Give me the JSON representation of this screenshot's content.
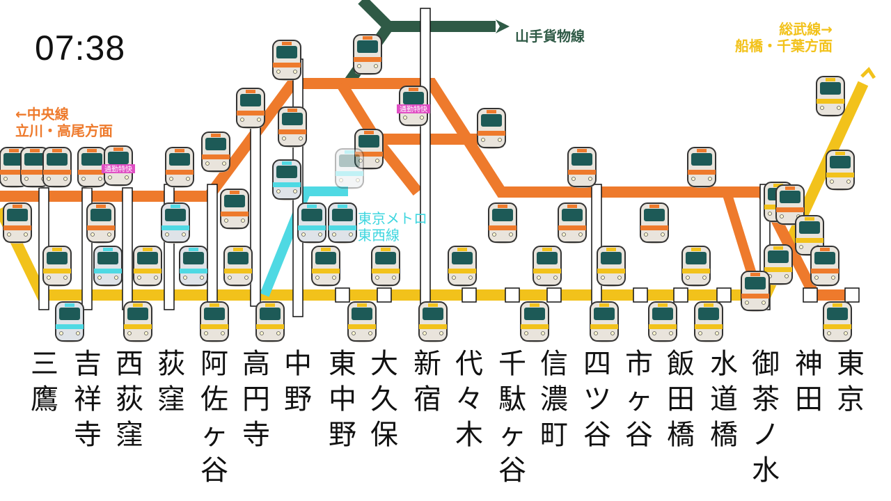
{
  "clock": "07:38",
  "line_labels": {
    "yamanote_freight": "山手貨物線",
    "chuo_line": [
      "←中央線",
      "立川・高尾方面"
    ],
    "sobu_line": [
      "総武線→",
      "船橋・千葉方面"
    ],
    "tokyo_metro_tozai": [
      "東京メトロ",
      "東西線"
    ]
  },
  "train_badge": "通勤特快",
  "stations": [
    {
      "name": "三鷹",
      "chars": [
        "三",
        "鷹"
      ]
    },
    {
      "name": "吉祥寺",
      "chars": [
        "吉",
        "祥",
        "寺"
      ]
    },
    {
      "name": "西荻窪",
      "chars": [
        "西",
        "荻",
        "窪"
      ]
    },
    {
      "name": "荻窪",
      "chars": [
        "荻",
        "窪"
      ]
    },
    {
      "name": "阿佐ヶ谷",
      "chars": [
        "阿",
        "佐",
        "ヶ",
        "谷"
      ]
    },
    {
      "name": "高円寺",
      "chars": [
        "高",
        "円",
        "寺"
      ]
    },
    {
      "name": "中野",
      "chars": [
        "中",
        "野"
      ]
    },
    {
      "name": "東中野",
      "chars": [
        "東",
        "中",
        "野"
      ]
    },
    {
      "name": "大久保",
      "chars": [
        "大",
        "久",
        "保"
      ]
    },
    {
      "name": "新宿",
      "chars": [
        "新",
        "宿"
      ]
    },
    {
      "name": "代々木",
      "chars": [
        "代",
        "々",
        "木"
      ]
    },
    {
      "name": "千駄ヶ谷",
      "chars": [
        "千",
        "駄",
        "ヶ",
        "谷"
      ]
    },
    {
      "name": "信濃町",
      "chars": [
        "信",
        "濃",
        "町"
      ]
    },
    {
      "name": "四ツ谷",
      "chars": [
        "四",
        "ツ",
        "谷"
      ]
    },
    {
      "name": "市ヶ谷",
      "chars": [
        "市",
        "ヶ",
        "谷"
      ]
    },
    {
      "name": "飯田橋",
      "chars": [
        "飯",
        "田",
        "橋"
      ]
    },
    {
      "name": "水道橋",
      "chars": [
        "水",
        "道",
        "橋"
      ]
    },
    {
      "name": "御茶ノ水",
      "chars": [
        "御",
        "茶",
        "ノ",
        "水"
      ]
    },
    {
      "name": "神田",
      "chars": [
        "神",
        "田"
      ]
    },
    {
      "name": "東京",
      "chars": [
        "東",
        "京"
      ]
    }
  ],
  "colors": {
    "chuo_rapid": "#ee7a2c",
    "sobu_local": "#f2c21b",
    "yamanote_freight": "#2f5a46",
    "tozai": "#4fd9e3",
    "badge": "#e04fc4",
    "train_body": "#e9e4dc",
    "train_window": "#1d5a57"
  }
}
